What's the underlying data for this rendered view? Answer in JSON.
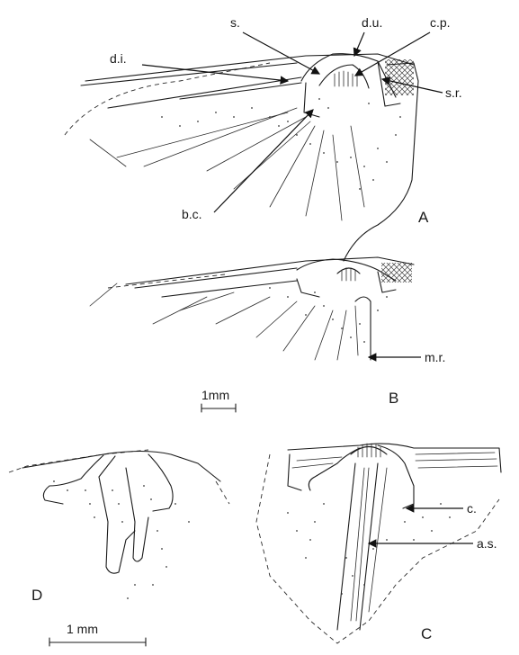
{
  "labels": {
    "s": "s.",
    "du": "d.u.",
    "cp": "c.p.",
    "di": "d.i.",
    "sr": "s.r.",
    "bc": "b.c.",
    "mr": "m.r.",
    "c": "c.",
    "as": "a.s."
  },
  "panels": {
    "A": "A",
    "B": "B",
    "C": "C",
    "D": "D"
  },
  "scale_bars": {
    "top": "1mm",
    "bottom": "1 mm"
  }
}
